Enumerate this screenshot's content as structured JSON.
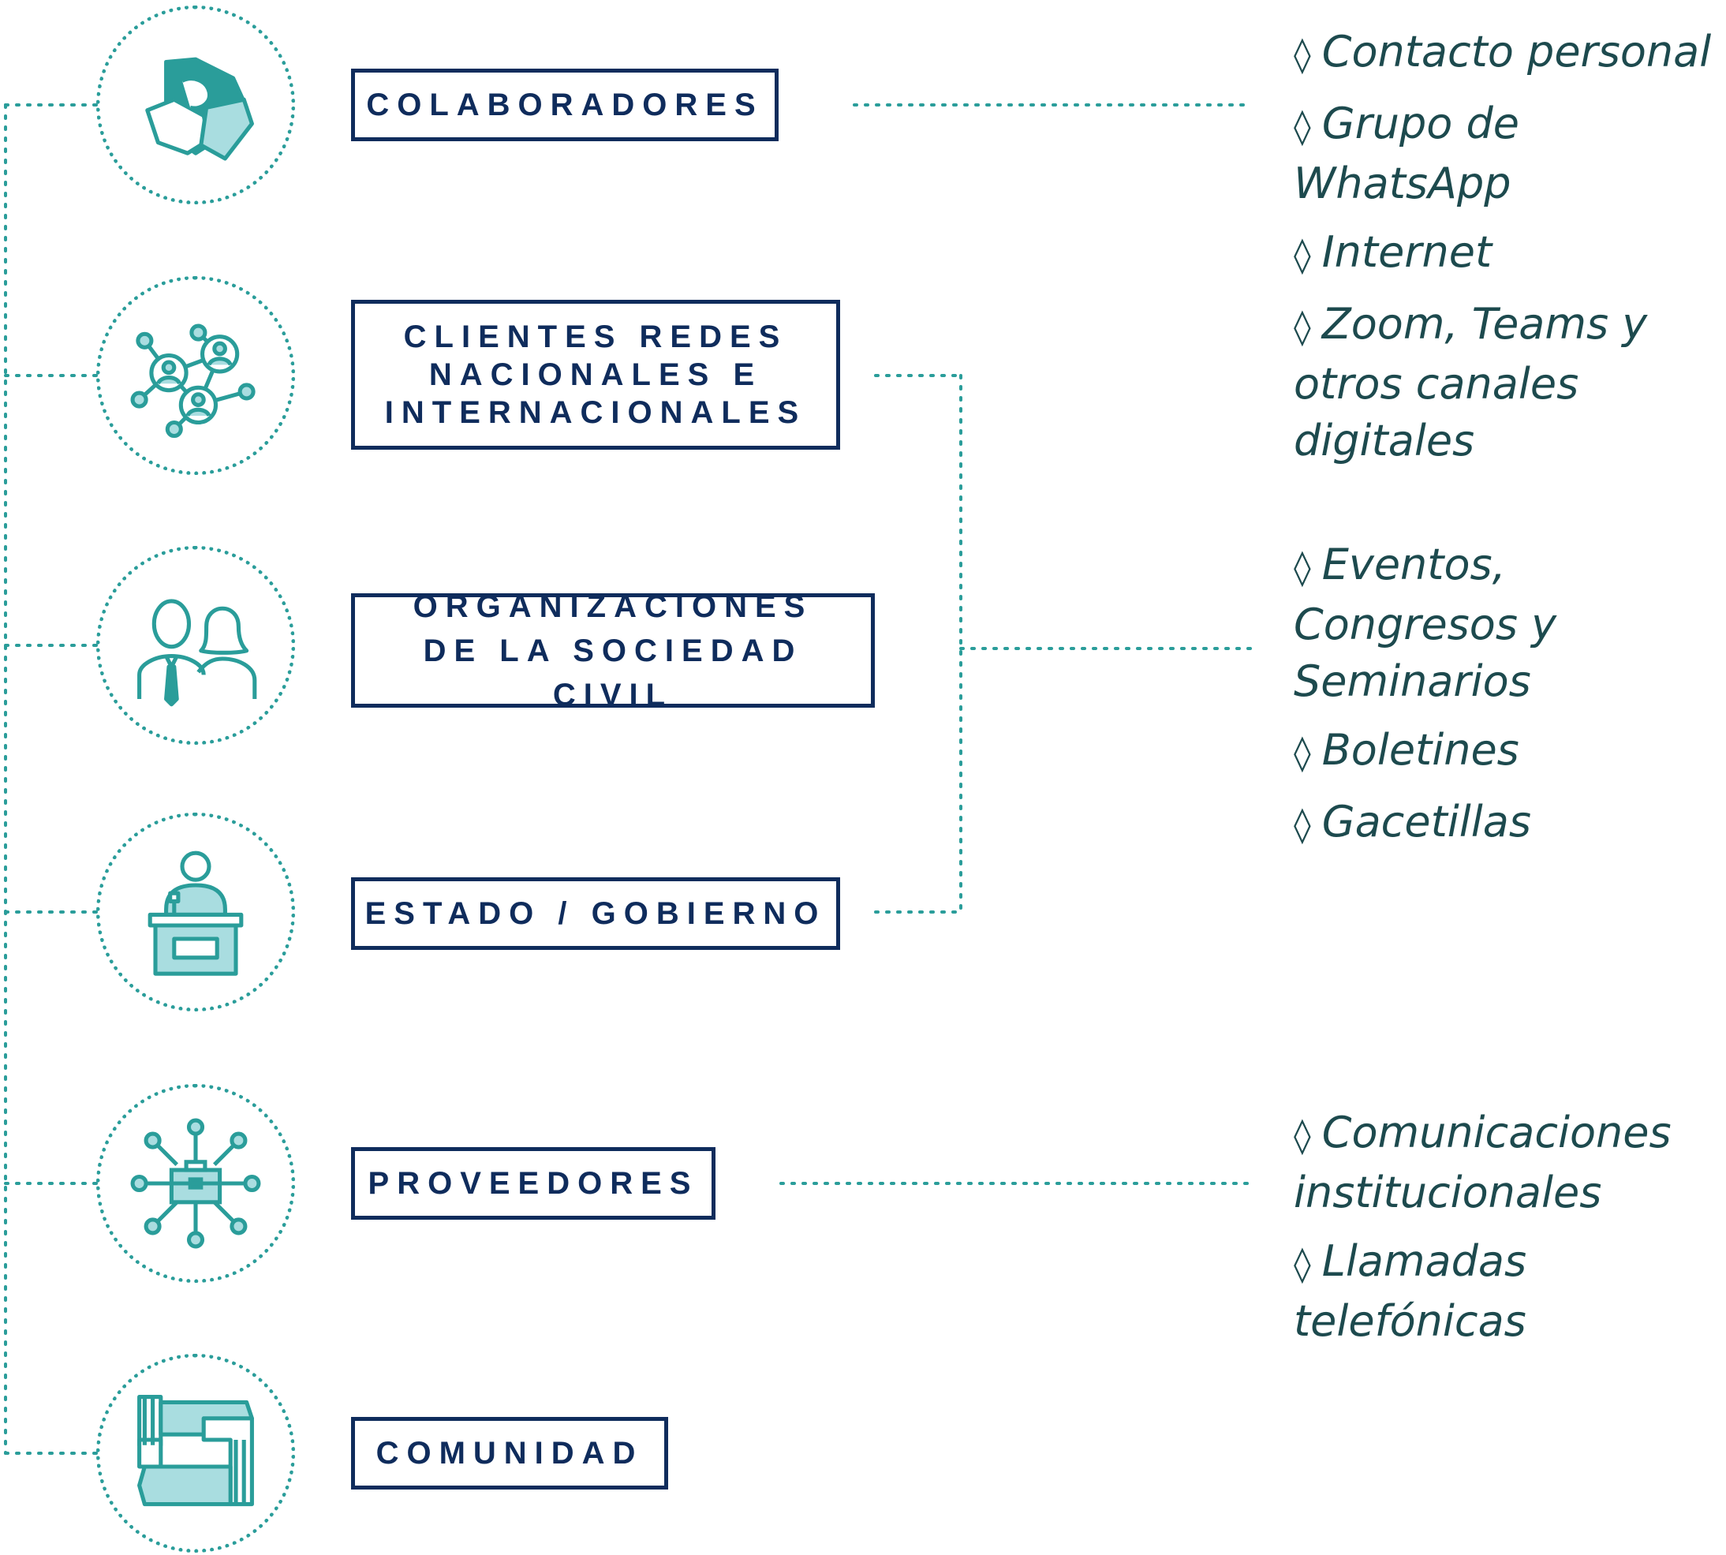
{
  "groups": [
    {
      "id": "colaboradores",
      "label": "COLABORADORES",
      "icon": "handshake-icon"
    },
    {
      "id": "clientes",
      "label": "CLIENTES REDES NACIONALES E INTERNACIONALES",
      "icon": "network-people-icon"
    },
    {
      "id": "organizaciones",
      "label": "ORGANIZACIONES DE LA SOCIEDAD CIVIL",
      "icon": "people-icon"
    },
    {
      "id": "estado",
      "label": "ESTADO / GOBIERNO",
      "icon": "podium-speaker-icon"
    },
    {
      "id": "proveedores",
      "label": "PROVEEDORES",
      "icon": "briefcase-network-icon"
    },
    {
      "id": "comunidad",
      "label": "COMUNIDAD",
      "icon": "joined-hands-icon"
    }
  ],
  "channels": [
    {
      "id": "colaboradores-channels",
      "bullet": "◊",
      "items": [
        "Contacto personal",
        "Grupo de WhatsApp",
        "Internet",
        "Zoom, Teams y otros canales digitales"
      ]
    },
    {
      "id": "institutional-channels",
      "bullet": "◊",
      "items": [
        "Eventos, Congresos y Seminarios",
        "Boletines",
        "Gacetillas"
      ]
    },
    {
      "id": "proveedores-channels",
      "bullet": "◊",
      "items": [
        "Comunicaciones institucionales",
        "Llamadas telefónicas"
      ]
    }
  ],
  "colors": {
    "navy": "#0f2c5c",
    "teal": "#2a9d9a",
    "teal_light": "#a9dde0",
    "text": "#1d4a4e"
  }
}
